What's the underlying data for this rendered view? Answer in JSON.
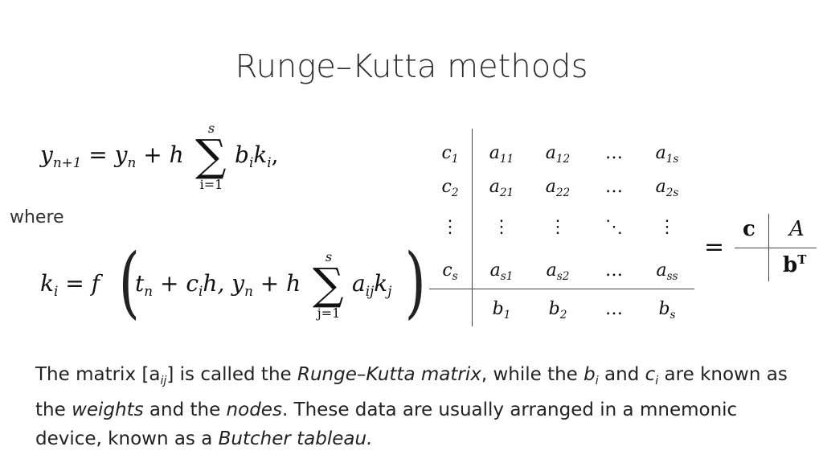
{
  "slide": {
    "title": "Runge–Kutta methods",
    "where": "where"
  },
  "eq1": {
    "lhs_y": "y",
    "lhs_sub": "n+1",
    "eqsign": "=",
    "rhs_y": "y",
    "rhs_sub": "n",
    "plus_h": "+ h",
    "sum_top": "s",
    "sum_bottom": "i=1",
    "b": "b",
    "b_sub": "i",
    "k": "k",
    "k_sub": "i",
    "tail": ","
  },
  "eq2": {
    "k": "k",
    "k_sub": "i",
    "eq_f": "= f",
    "t": "t",
    "t_sub": "n",
    "plus_c": "+ c",
    "c_sub": "i",
    "h_comma": "h,",
    "y": "y",
    "y_sub": "n",
    "plus_h": "+ h",
    "sum_top": "s",
    "sum_bottom": "j=1",
    "a": "a",
    "a_sub": "ij",
    "k2": "k",
    "k2_sub": "j"
  },
  "tableau": {
    "rows": [
      [
        [
          "c",
          "1"
        ],
        [
          "a",
          "11"
        ],
        [
          "a",
          "12"
        ],
        [
          "…",
          ""
        ],
        [
          "a",
          "1s"
        ]
      ],
      [
        [
          "c",
          "2"
        ],
        [
          "a",
          "21"
        ],
        [
          "a",
          "22"
        ],
        [
          "…",
          ""
        ],
        [
          "a",
          "2s"
        ]
      ],
      [
        [
          "⋮",
          ""
        ],
        [
          "⋮",
          ""
        ],
        [
          "⋮",
          ""
        ],
        [
          "⋱",
          ""
        ],
        [
          "⋮",
          ""
        ]
      ],
      [
        [
          "c",
          "s"
        ],
        [
          "a",
          "s1"
        ],
        [
          "a",
          "s2"
        ],
        [
          "…",
          ""
        ],
        [
          "a",
          "ss"
        ]
      ]
    ],
    "bottom": [
      [
        "b",
        "1"
      ],
      [
        "b",
        "2"
      ],
      [
        "…",
        ""
      ],
      [
        "b",
        "s"
      ]
    ],
    "equals": "=",
    "compact_c": "c",
    "compact_A": "A",
    "compact_b": "b",
    "compact_T": "T"
  },
  "caption": {
    "p1": "The matrix [a",
    "p1_sub": "ij",
    "p2": "] is called the ",
    "p3_italic": "Runge–Kutta matrix",
    "p4": ", while the ",
    "p5_b": "b",
    "p5_sub": "i",
    "p6": " and ",
    "p7_c": "c",
    "p7_sub": "i",
    "p8": " are known as the ",
    "p9_italic": "weights",
    "p10": " and the ",
    "p11_italic": "nodes",
    "p12": ". These data are usually arranged in a mnemonic device, known as a ",
    "p13_italic": "Butcher tableau."
  }
}
